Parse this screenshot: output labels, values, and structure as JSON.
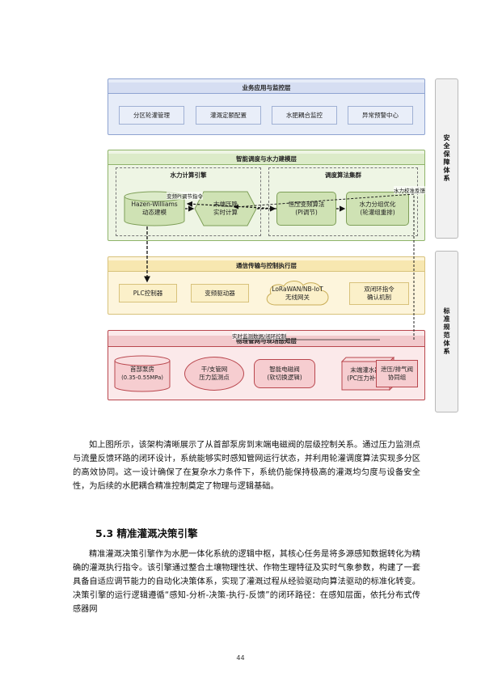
{
  "diagram": {
    "layer_business": {
      "title": "业务应用与监控层",
      "nodes": [
        "分区轮灌管理",
        "灌溉定额配置",
        "水肥耦合监控",
        "异常预警中心"
      ]
    },
    "layer_scheduling": {
      "title": "智能调度与水力建模层",
      "sub_engine": "水力计算引擎",
      "sub_algo": "调度算法集群",
      "nodes": {
        "hazen_l1": "Hazen-Williams",
        "hazen_l2": "动态建模",
        "terminal_l1": "末端压降",
        "terminal_l2": "实时计算",
        "pi_l1": "恒压变频算法",
        "pi_l2": "(PI调节)",
        "opt_l1": "水力分组优化",
        "opt_l2": "(轮灌组重排)"
      }
    },
    "layer_comm": {
      "title": "通信传输与控制执行层",
      "nodes": {
        "plc": "PLC控制器",
        "vfd": "变频驱动器",
        "lora_l1": "LoRaWAN/NB-IoT",
        "lora_l2": "无线网关",
        "ack_l1": "双闭环指令",
        "ack_l2": "确认机制"
      }
    },
    "layer_field": {
      "title": "物理管网与现场感知层",
      "nodes": {
        "pump_l1": "首部泵房",
        "pump_l2": "(0.35-0.55MPa)",
        "pipe_l1": "干/支管网",
        "pipe_l2": "压力监测点",
        "valve_l1": "智能电磁阀",
        "valve_l2": "(软切换逻辑)",
        "emitter_l1": "末端灌水器",
        "emitter_l2": "(PC压力补偿)",
        "air_l1": "泄压/排气阀",
        "air_l2": "协同组"
      }
    },
    "edge_labels": {
      "pi_cmd": "变频PI调节指令",
      "pressure_fb": "水力校准反馈",
      "realtime": "实时监测数据/闭环控制"
    },
    "side_boxes": {
      "security": "安全保障体系",
      "standards": "标准规范体系"
    }
  },
  "body": {
    "paragraph1": "如上图所示，该架构清晰展示了从首部泵房到末端电磁阀的层级控制关系。通过压力监测点与流量反馈环路的闭环设计，系统能够实时感知管网运行状态，并利用轮灌调度算法实现多分区的高效协同。这一设计确保了在复杂水力条件下，系统仍能保持极高的灌溉均匀度与设备安全性，为后续的水肥耦合精准控制奠定了物理与逻辑基础。",
    "section_heading": "5.3  精准灌溉决策引擎",
    "paragraph2": "精准灌溉决策引擎作为水肥一体化系统的逻辑中枢，其核心任务是将多源感知数据转化为精确的灌溉执行指令。该引擎通过整合土壤物理性状、作物生理特征及实时气象参数，构建了一套具备自适应调节能力的自动化决策体系，实现了灌溉过程从经验驱动向算法驱动的标准化转变。决策引擎的运行逻辑遵循“感知-分析-决策-执行-反馈”的闭环路径：在感知层面，依托分布式传感器网"
  },
  "page_number": "44",
  "colors": {
    "business_fill": "#e6ecf8",
    "business_border": "#8ea3d1",
    "scheduling_fill": "#eef5e4",
    "scheduling_border": "#8fb46a",
    "comm_fill": "#fdf5dc",
    "comm_border": "#d8c27b",
    "field_fill": "#fbe9ea",
    "field_border": "#b9474e",
    "green_node": "#cfe2b4",
    "red_node": "#f6cdd0"
  }
}
